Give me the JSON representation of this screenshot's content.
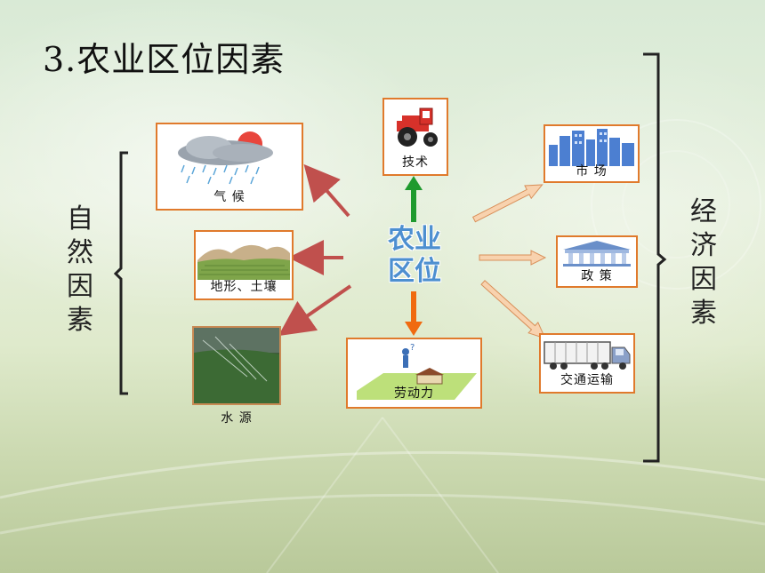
{
  "title": "3.农业区位因素",
  "center": {
    "line1": "农业",
    "line2": "区位"
  },
  "natural_group": {
    "label": [
      "自",
      "然",
      "因",
      "素"
    ]
  },
  "economic_group": {
    "label": [
      "经",
      "济",
      "因",
      "素"
    ]
  },
  "factors": {
    "climate": "气  候",
    "terrain": "地形、土壤",
    "water": "水  源",
    "technology": "技术",
    "labor": "劳动力",
    "market": "市  场",
    "policy": "政  策",
    "transport": "交通运输"
  },
  "colors": {
    "card_border": "#e07a2c",
    "natural_arrow": "#c0504d",
    "economic_arrow": "#f5c9a0",
    "tech_arrow": "#1f9a2e",
    "labor_arrow": "#f06a10",
    "center_text": "#4d8fd0"
  }
}
